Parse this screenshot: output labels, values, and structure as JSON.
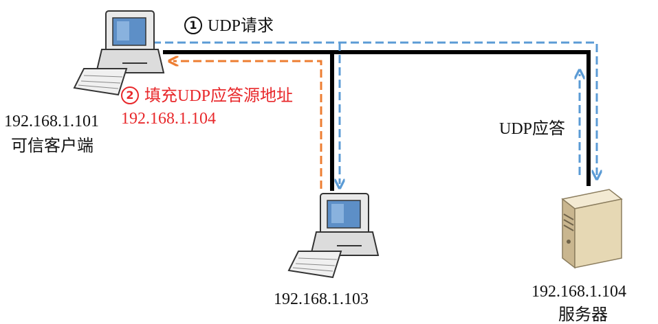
{
  "step1": {
    "num": "1",
    "text": "UDP请求"
  },
  "step2": {
    "num": "2",
    "text": "填充UDP应答源地址"
  },
  "step2_addr": "192.168.1.104",
  "client": {
    "ip": "192.168.1.101",
    "name": "可信客户端"
  },
  "middle": {
    "ip": "192.168.1.103"
  },
  "server": {
    "ip": "192.168.1.104",
    "name": "服务器",
    "reply": "UDP应答"
  },
  "colors": {
    "network": "#000000",
    "udp_request": "#5b9bd5",
    "forged_reply": "#ed7d31",
    "label_red": "#e8282b"
  }
}
